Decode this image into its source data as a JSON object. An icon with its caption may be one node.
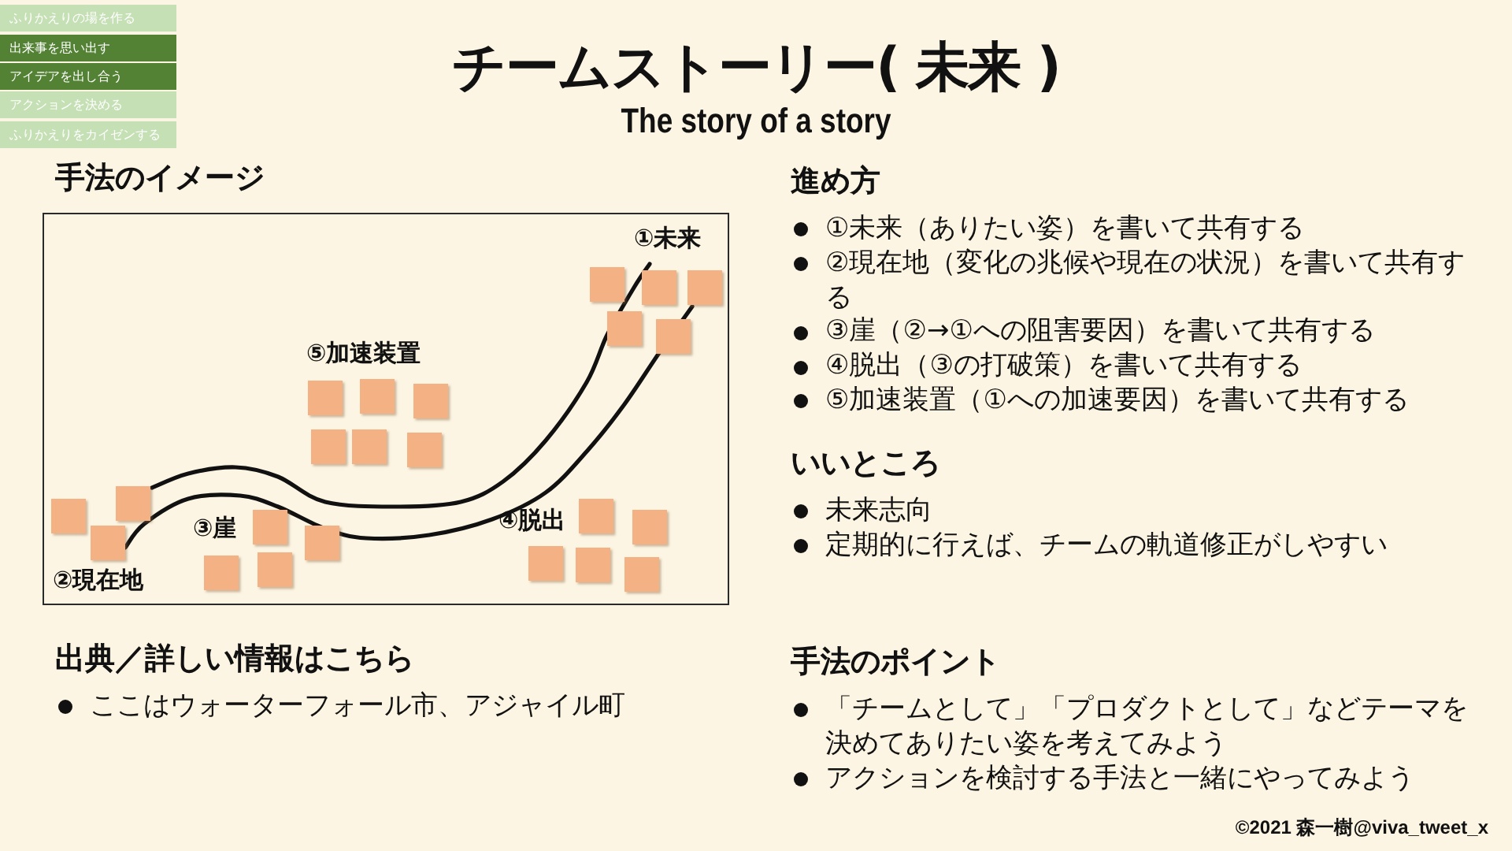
{
  "diagram": {
    "title": "チームストーリー( 未来 )",
    "nodes": [
      {
        "text": [
          "ふりかえりの場を作る"
        ]
      },
      {
        "text": [
          "出来事を思い出す"
        ]
      },
      {
        "text": [
          "アイデアを出し合う"
        ]
      },
      {
        "text": [
          "アクションを決める"
        ]
      },
      {
        "text": [
          "ふりかえりをカイゼンする"
        ]
      },
      {
        "text": [
          "①未来",
          "⑤加速装置",
          "③崖",
          "④脱出",
          "②現在地"
        ]
      }
    ],
    "labels": [
      "The story of a story",
      "手法のイメージ",
      "出典／詳しい情報はこちら",
      "ここはウォーターフォール市、アジャイル町",
      "進め方",
      "①未来（ありたい姿）を書いて共有する",
      "②現在地（変化の兆候や現在の状況）を書いて共有する",
      "③崖（②→①への阻害要因）を書いて共有する",
      "④脱出（③の打破策）を書いて共有する",
      "⑤加速装置（①への加速要因）を書いて共有する",
      "いいところ",
      "未来志向",
      "定期的に行えば、チームの軌道修正がしやすい",
      "手法のポイント",
      "「チームとして」「プロダクトとして」などテーマを決めてありたい姿を考えてみよう",
      "アクションを検討する手法と一緒にやってみよう",
      "©2021 森一樹@viva_tweet_x"
    ]
  }
}
